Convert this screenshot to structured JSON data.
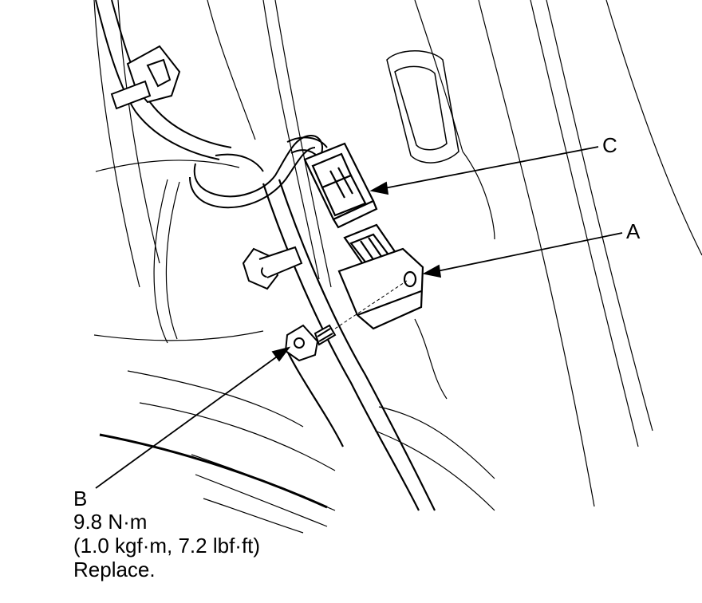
{
  "labels": {
    "c": "C",
    "a": "A",
    "b": "B"
  },
  "bolt_spec": {
    "torque_nm": "9.8 N·m",
    "torque_alt": "(1.0 kgf·m, 7.2 lbf·ft)",
    "note": "Replace."
  },
  "colors": {
    "line": "#000000",
    "background": "#ffffff"
  }
}
